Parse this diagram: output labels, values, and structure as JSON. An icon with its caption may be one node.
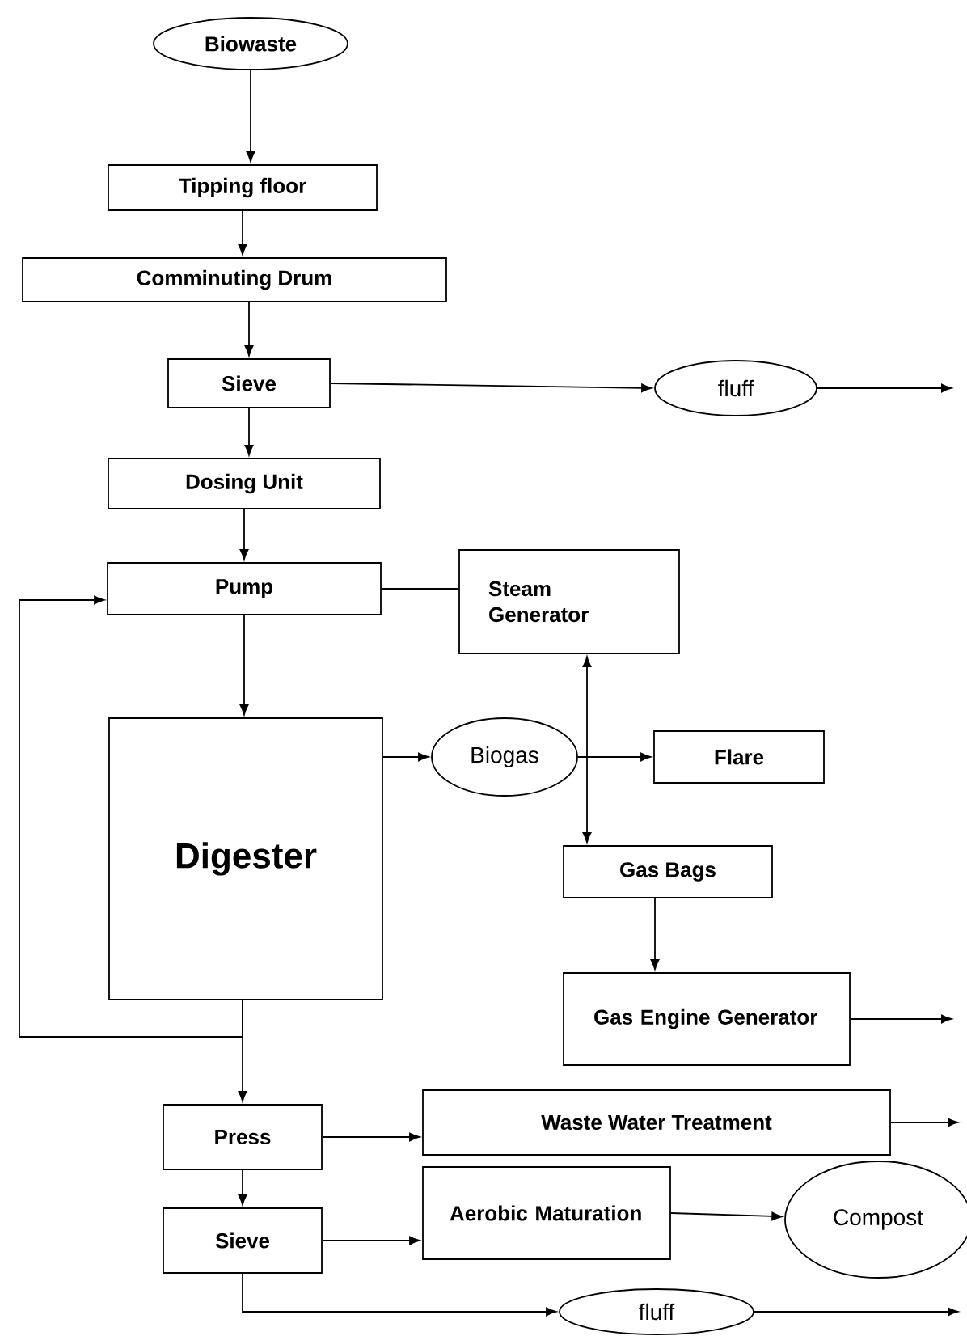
{
  "diagram": {
    "nodes": [
      {
        "text": [
          "Biowaste"
        ]
      },
      {
        "text": [
          "Tipping floor"
        ]
      },
      {
        "text": [
          "Comminuting Drum"
        ]
      },
      {
        "text": [
          "Sieve"
        ]
      },
      {
        "text": [
          "fluff"
        ]
      },
      {
        "text": [
          "Dosing Unit"
        ]
      },
      {
        "text": [
          "Pump"
        ]
      },
      {
        "text": [
          "Steam Generator"
        ]
      },
      {
        "text": [
          "Digester"
        ]
      },
      {
        "text": [
          "Biogas"
        ]
      },
      {
        "text": [
          "Flare"
        ]
      },
      {
        "text": [
          "Gas Bags"
        ]
      },
      {
        "text": [
          "Gas Engine Generator"
        ]
      },
      {
        "text": [
          "Press"
        ]
      },
      {
        "text": [
          "Waste Water Treatment"
        ]
      },
      {
        "text": [
          "Sieve"
        ]
      },
      {
        "text": [
          "Aerobic Maturation"
        ]
      },
      {
        "text": [
          "Compost"
        ]
      },
      {
        "text": [
          "fluff"
        ]
      }
    ],
    "edges": [
      {
        "from": 0,
        "to": 1,
        "arrow": "to"
      },
      {
        "from": 1,
        "to": 2,
        "arrow": "to"
      },
      {
        "from": 2,
        "to": 3,
        "arrow": "to"
      },
      {
        "from": 3,
        "to": 4,
        "arrow": "to"
      },
      {
        "from": 4,
        "to": null,
        "arrow": "to"
      },
      {
        "from": 3,
        "to": 5,
        "arrow": "to"
      },
      {
        "from": 5,
        "to": 6,
        "arrow": "to"
      },
      {
        "from": 6,
        "to": 7,
        "arrow": "none"
      },
      {
        "from": 6,
        "to": 8,
        "arrow": "to"
      },
      {
        "from": 8,
        "to": 9,
        "arrow": "to"
      },
      {
        "from": 9,
        "to": 7,
        "arrow": "to"
      },
      {
        "from": 9,
        "to": 10,
        "arrow": "to"
      },
      {
        "from": 9,
        "to": 11,
        "arrow": "to"
      },
      {
        "from": 11,
        "to": 12,
        "arrow": "to"
      },
      {
        "from": 12,
        "to": null,
        "arrow": "to"
      },
      {
        "from": 8,
        "to": 13,
        "arrow": "to"
      },
      {
        "from": 8,
        "to": 6,
        "arrow": "to"
      },
      {
        "from": 13,
        "to": 14,
        "arrow": "to"
      },
      {
        "from": 14,
        "to": null,
        "arrow": "to"
      },
      {
        "from": 13,
        "to": 15,
        "arrow": "to"
      },
      {
        "from": 15,
        "to": 16,
        "arrow": "to"
      },
      {
        "from": 16,
        "to": 17,
        "arrow": "to"
      },
      {
        "from": 15,
        "to": 18,
        "arrow": "to"
      },
      {
        "from": 18,
        "to": null,
        "arrow": "to"
      }
    ]
  }
}
